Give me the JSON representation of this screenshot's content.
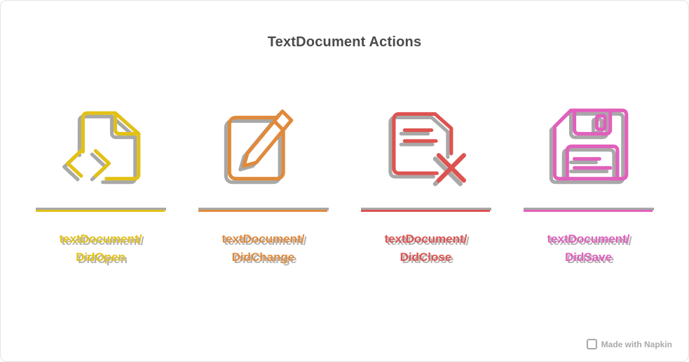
{
  "page": {
    "title": "TextDocument Actions",
    "title_color": "#4a4a4a",
    "background": "#ffffff",
    "border_color": "#e4e4e4",
    "shadow_color": "#a8a8a8",
    "watermark": "Made with Napkin"
  },
  "actions": [
    {
      "id": "did-open",
      "icon": "file-code-icon",
      "color": "#e2c117",
      "label_line1": "textDocument/",
      "label_line2": "DidOpen"
    },
    {
      "id": "did-change",
      "icon": "edit-pencil-icon",
      "color": "#e08a3c",
      "label_line1": "textDocument/",
      "label_line2": "DidChange"
    },
    {
      "id": "did-close",
      "icon": "document-close-icon",
      "color": "#dd5350",
      "label_line1": "textDocument/",
      "label_line2": "DidClose"
    },
    {
      "id": "did-save",
      "icon": "floppy-save-icon",
      "color": "#e160bc",
      "label_line1": "textDocument/",
      "label_line2": "DidSave"
    }
  ]
}
